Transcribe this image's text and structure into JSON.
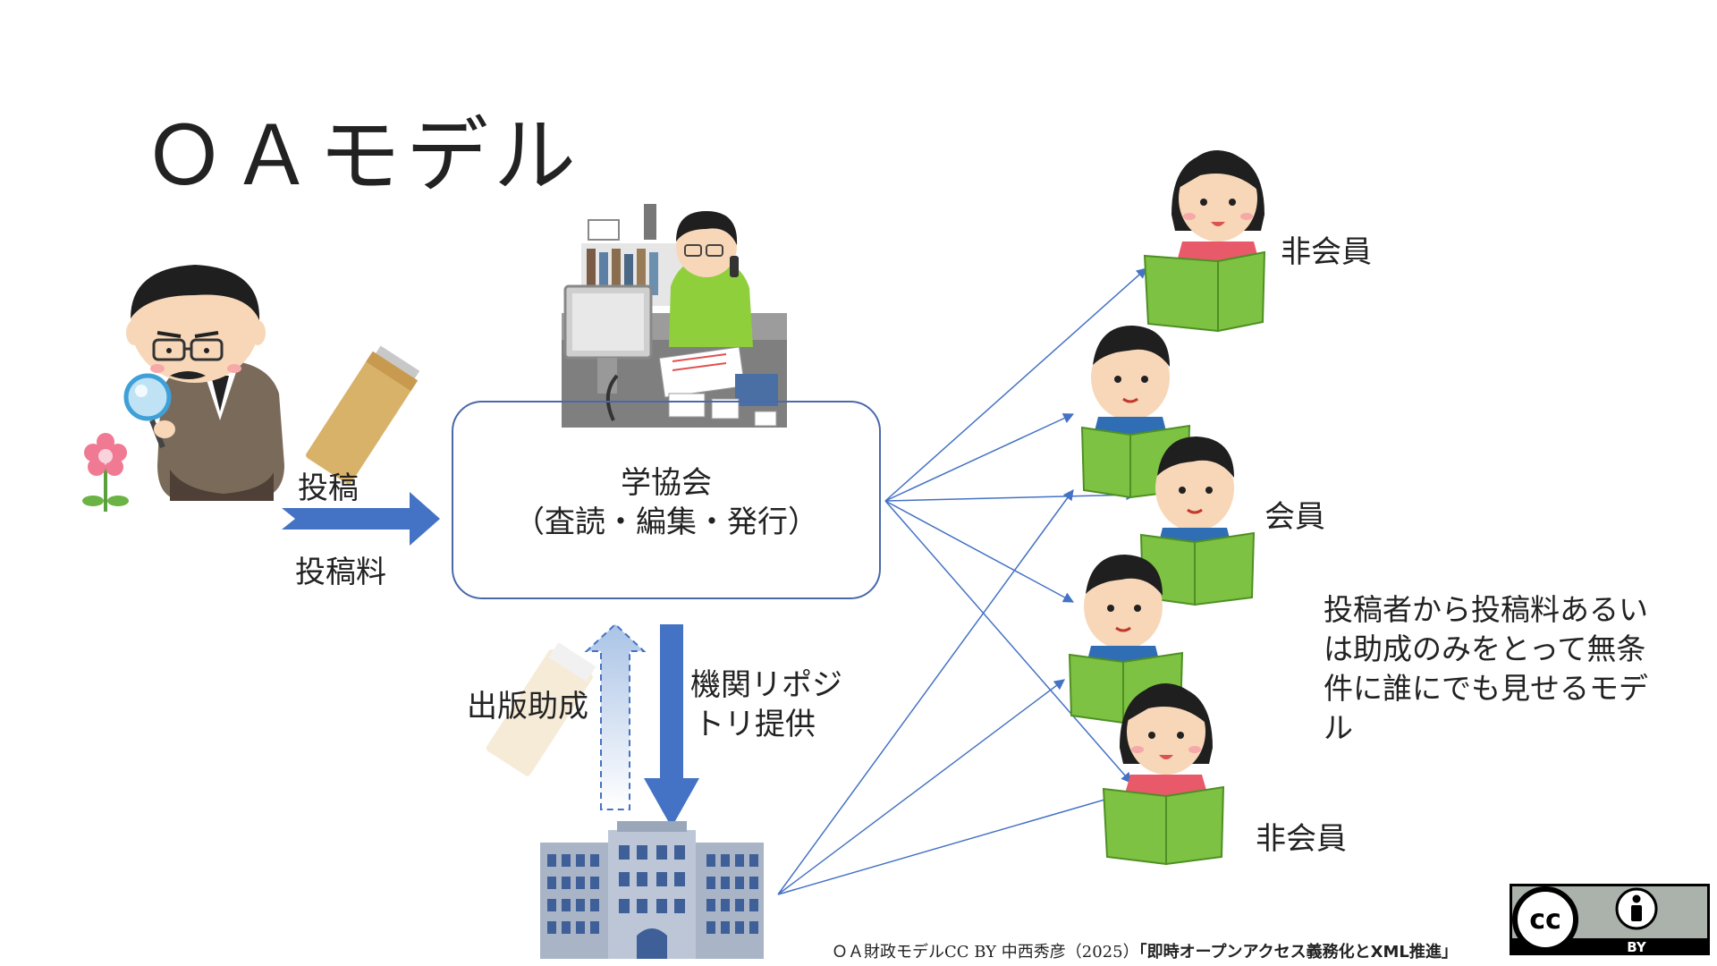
{
  "title": "ＯＡモデル",
  "labels": {
    "submission": "投稿",
    "submission_fee": "投稿料",
    "publication_subsidy": "出版助成",
    "repository_line1": "機関リポジ",
    "repository_line2": "トリ提供",
    "non_member_top": "非会員",
    "member": "会員",
    "non_member_bottom": "非会員"
  },
  "society": {
    "name": "学協会",
    "roles": "（査読・編集・発行）"
  },
  "description": "投稿者から投稿料あるいは助成のみをとって無条件に誰にでも見せるモデル",
  "credit": {
    "prefix": "ＯＡ財政モデルCC BY 中西秀彦（2025）",
    "book": "「即時オープンアクセス義務化とXML推進」"
  },
  "license": {
    "cc": "cc",
    "by": "BY"
  },
  "colors": {
    "arrow_blue": "#4472c4",
    "box_border": "#4a69a8",
    "book_green": "#7dc242"
  }
}
